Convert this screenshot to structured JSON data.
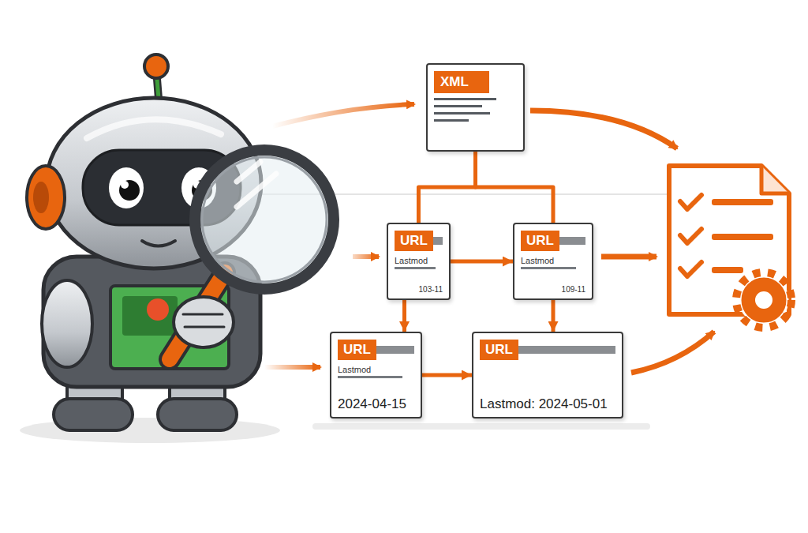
{
  "diagram": {
    "nodes": [
      {
        "text": [
          "XML"
        ]
      },
      {
        "text": [
          "URL",
          "Lastmod",
          "103-11"
        ]
      },
      {
        "text": [
          "URL",
          "Lastmod",
          "109-11"
        ]
      },
      {
        "text": [
          "URL",
          "Lastmod",
          "2024-04-15"
        ]
      },
      {
        "text": [
          "URL",
          "Lastmod: 2024-05-01"
        ]
      }
    ],
    "edges": [
      {
        "from": 0,
        "to": 1,
        "arrow": "none"
      },
      {
        "from": 0,
        "to": 2,
        "arrow": "none"
      },
      {
        "from": 1,
        "to": 2,
        "arrow": "to"
      },
      {
        "from": 1,
        "to": 3,
        "arrow": "to"
      },
      {
        "from": 2,
        "to": 4,
        "arrow": "to"
      },
      {
        "from": 3,
        "to": 4,
        "arrow": "to"
      }
    ]
  }
}
